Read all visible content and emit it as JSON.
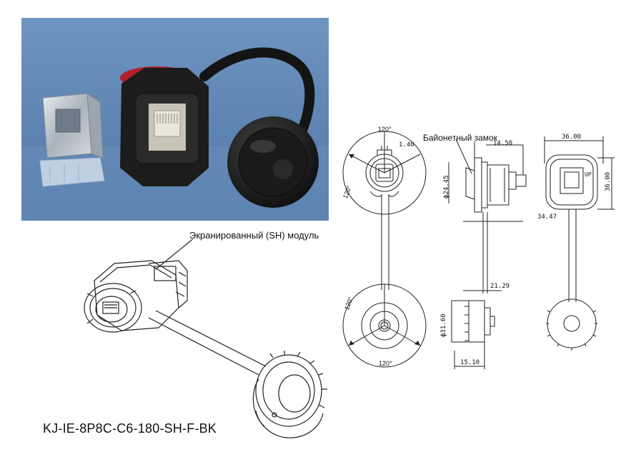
{
  "part_number": "KJ-IE-8P8C-C6-180-SH-F-BK",
  "callouts": {
    "shielded_module": "Экранированный (SH) модуль",
    "bayonet_lock": "Байонетный замок"
  },
  "dimensions": {
    "d_1_40": "1.40",
    "d_14_50": "14.50",
    "d_24_45": "ф24.45",
    "d_34_47": "34.47",
    "d_36_w": "36.00",
    "d_36_h": "36.00",
    "d_21_29": "21.29",
    "d_31_60": "ф31.60",
    "d_15_10": "15.10",
    "up": "UP"
  },
  "angles": {
    "a_top": "120°",
    "a_left": "120°",
    "a_cap_left": "120°",
    "a_cap_bottom": "120°"
  },
  "colors": {
    "photo_background": "#5f86b4",
    "connector_body": "#1c1c1c",
    "seal_red": "#b0202a",
    "line_art": "#222222"
  }
}
